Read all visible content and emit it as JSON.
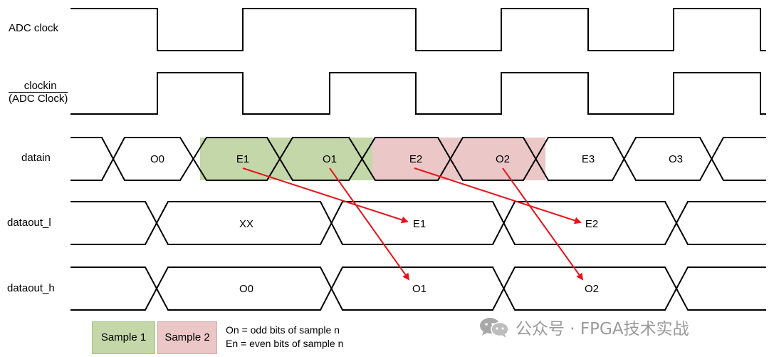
{
  "signals": {
    "adc_clock": "ADC clock",
    "clockin_top": "clockin",
    "clockin_bottom": "(ADC Clock)",
    "datain": "datain",
    "dataout_l": "dataout_l",
    "dataout_h": "dataout_h"
  },
  "datain_values": [
    "O0",
    "E1",
    "O1",
    "E2",
    "O2",
    "E3",
    "O3"
  ],
  "dataout_l_values": [
    "XX",
    "E1",
    "E2"
  ],
  "dataout_h_values": [
    "O0",
    "O1",
    "O2"
  ],
  "legend": {
    "sample1": "Sample 1",
    "sample2": "Sample 2",
    "note_odd": "On = odd bits of sample n",
    "note_even": "En = even bits of sample n"
  },
  "colors": {
    "line": "#000000",
    "arrow": "#e8141a",
    "sample1_fill": "#c4d7a8",
    "sample2_fill": "#ecc7c7",
    "watermark": "#9a9a9a"
  },
  "watermark": {
    "text": "公众号 · FPGA技术实战",
    "icon": "wechat-icon"
  }
}
